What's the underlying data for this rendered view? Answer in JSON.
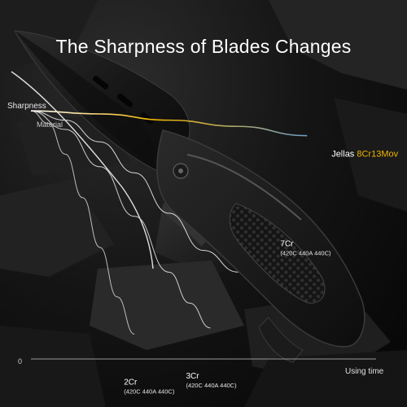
{
  "title": "The Sharpness of Blades Changes",
  "colors": {
    "accent_gold": "#f0b400",
    "steel_blue": "#6f9ec8",
    "axis": "#8a8a8a",
    "curve_white": "#f2f2f2",
    "curve_grey": "#c8c8c8"
  },
  "chart_data": {
    "type": "line",
    "xlabel": "Using time",
    "ylabel": "Sharpness",
    "y_sublabel": "Material",
    "origin_label": "0",
    "grid": false,
    "series": [
      {
        "name": "2Cr",
        "sub": "(420C 440A 440C)",
        "x": [
          0.0,
          0.05,
          0.1,
          0.15,
          0.2,
          0.25,
          0.3
        ],
        "y": [
          0.8,
          0.76,
          0.66,
          0.52,
          0.36,
          0.2,
          0.08
        ]
      },
      {
        "name": "3Cr",
        "sub": "(420C 440A 440C)",
        "x": [
          0.0,
          0.1,
          0.2,
          0.3,
          0.4,
          0.46,
          0.52
        ],
        "y": [
          0.8,
          0.74,
          0.62,
          0.46,
          0.28,
          0.18,
          0.1
        ]
      },
      {
        "name": "7Cr",
        "sub": "(420C 440A 440C)",
        "x": [
          0.0,
          0.1,
          0.2,
          0.3,
          0.4,
          0.5,
          0.6
        ],
        "y": [
          0.8,
          0.77,
          0.7,
          0.6,
          0.47,
          0.35,
          0.28
        ]
      },
      {
        "name": "Jellas",
        "name_highlight": "8Cr13Mov",
        "x": [
          0.0,
          0.2,
          0.4,
          0.6,
          0.8
        ],
        "y": [
          0.8,
          0.79,
          0.77,
          0.75,
          0.72
        ]
      }
    ]
  }
}
